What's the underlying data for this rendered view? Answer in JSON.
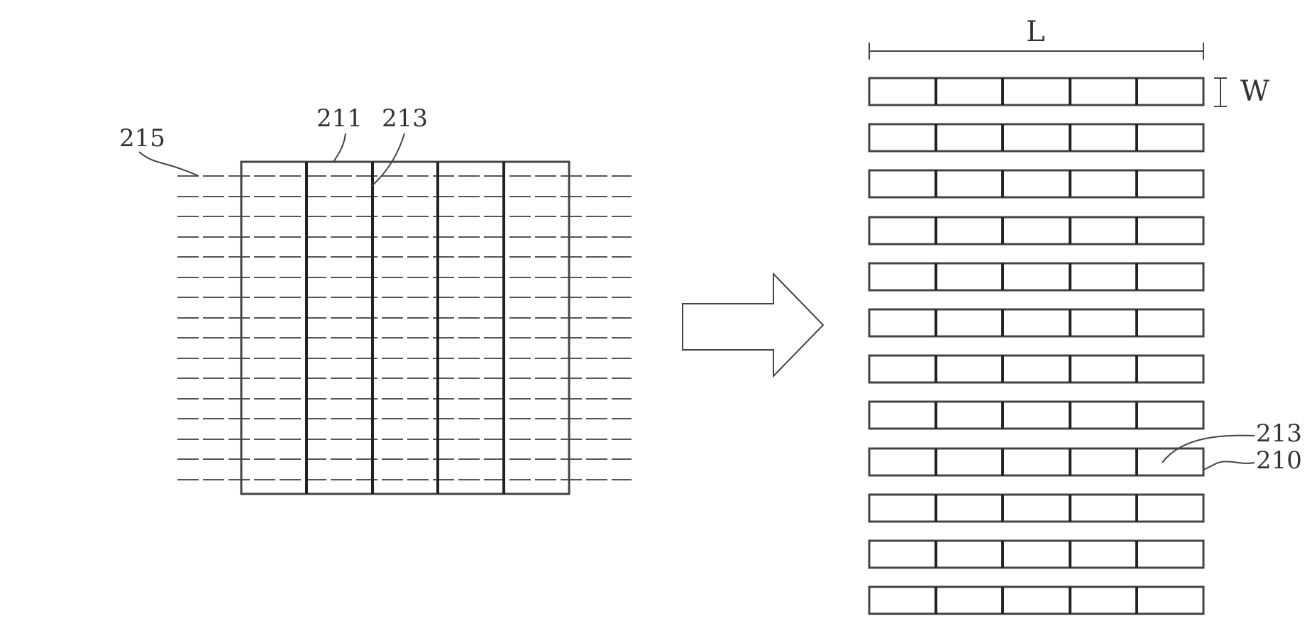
{
  "figure": {
    "left_panel": {
      "labels": {
        "dashed_lines": "215",
        "cell_edge": "211",
        "busbar": "213"
      },
      "busbar_count": 4,
      "dashed_line_count": 16
    },
    "right_panel": {
      "labels": {
        "length": "L",
        "width": "W",
        "busbar": "213",
        "strip": "210"
      },
      "strip_count": 12,
      "segments_per_strip": 5
    },
    "arrow": "arrow-right-icon"
  }
}
